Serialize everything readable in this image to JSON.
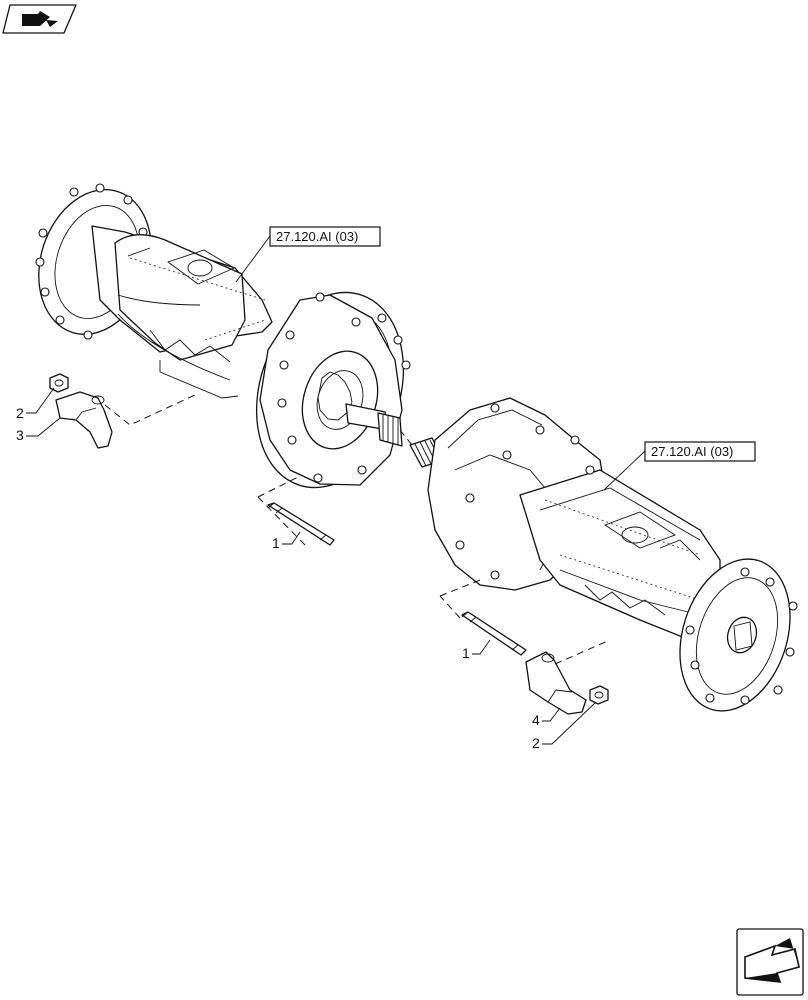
{
  "references": {
    "upper": "27.120.AI (03)",
    "lower": "27.120.AI (03)"
  },
  "callouts": {
    "left_nut": "2",
    "left_bracket": "3",
    "left_stud": "1",
    "right_stud": "1",
    "right_bracket": "4",
    "right_nut": "2"
  },
  "icons": {
    "top_left": "pointing-hand-icon",
    "bottom_right": "next-page-arrow-icon"
  }
}
